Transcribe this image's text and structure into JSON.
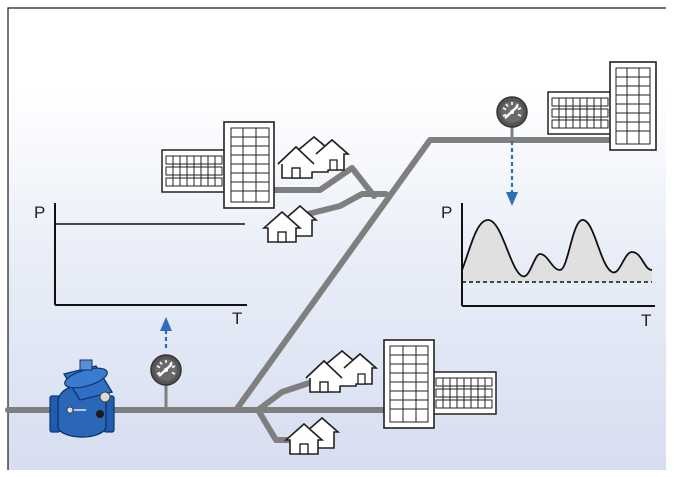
{
  "left_chart": {
    "y_label": "P",
    "x_label": "T"
  },
  "right_chart": {
    "y_label": "P",
    "x_label": "T"
  },
  "colors": {
    "pipe": "#7f7f7f",
    "background_top": "#ffffff",
    "background_bottom": "#dbe3f2",
    "arrow": "#2e6fb8",
    "valve_body": "#1f5db0",
    "curve_fill": "#e0e0e0",
    "line": "#1a1a1a"
  },
  "icons": [
    "pressure-reducing-valve-icon",
    "pressure-gauge-icon",
    "office-building-icon",
    "houses-icon"
  ]
}
